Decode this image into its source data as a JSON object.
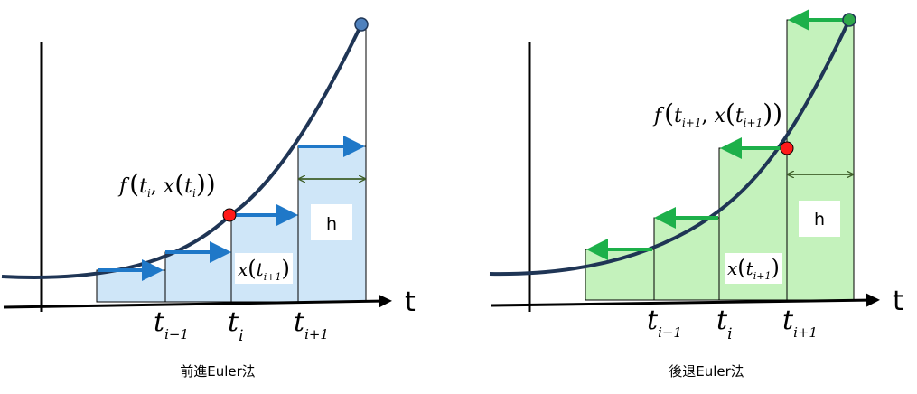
{
  "colors": {
    "blue_fill": "#cfe6f8",
    "green_fill": "#c4f2bc",
    "curve": "#1f3555",
    "blue_arrow": "#1f78c8",
    "green_arrow": "#1db04a",
    "h_arrow": "#3f5f2a",
    "point_red": "#ff1a1a",
    "point_blue": "#4f81bd",
    "point_green": "#2ea84a"
  },
  "left": {
    "caption": "前進Euler法",
    "axis_label": "t",
    "ticks": [
      {
        "main": "t",
        "sub": "i−1"
      },
      {
        "main": "t",
        "sub": "i"
      },
      {
        "main": "t",
        "sub": "i+1"
      }
    ],
    "f_label": {
      "pre": "f",
      "t": "t",
      "t_sub": "i",
      "x": "x",
      "x_t": "t",
      "x_t_sub": "i"
    },
    "x_label": {
      "x": "x",
      "t": "t",
      "t_sub": "i+1"
    },
    "h_label": "h"
  },
  "right": {
    "caption": "後退Euler法",
    "axis_label": "t",
    "ticks": [
      {
        "main": "t",
        "sub": "i−1"
      },
      {
        "main": "t",
        "sub": "i"
      },
      {
        "main": "t",
        "sub": "i+1"
      }
    ],
    "f_label": {
      "pre": "f",
      "t": "t",
      "t_sub": "i+1",
      "x": "x",
      "x_t": "t",
      "x_t_sub": "i+1"
    },
    "x_label": {
      "x": "x",
      "t": "t",
      "t_sub": "i+1"
    },
    "h_label": "h"
  }
}
